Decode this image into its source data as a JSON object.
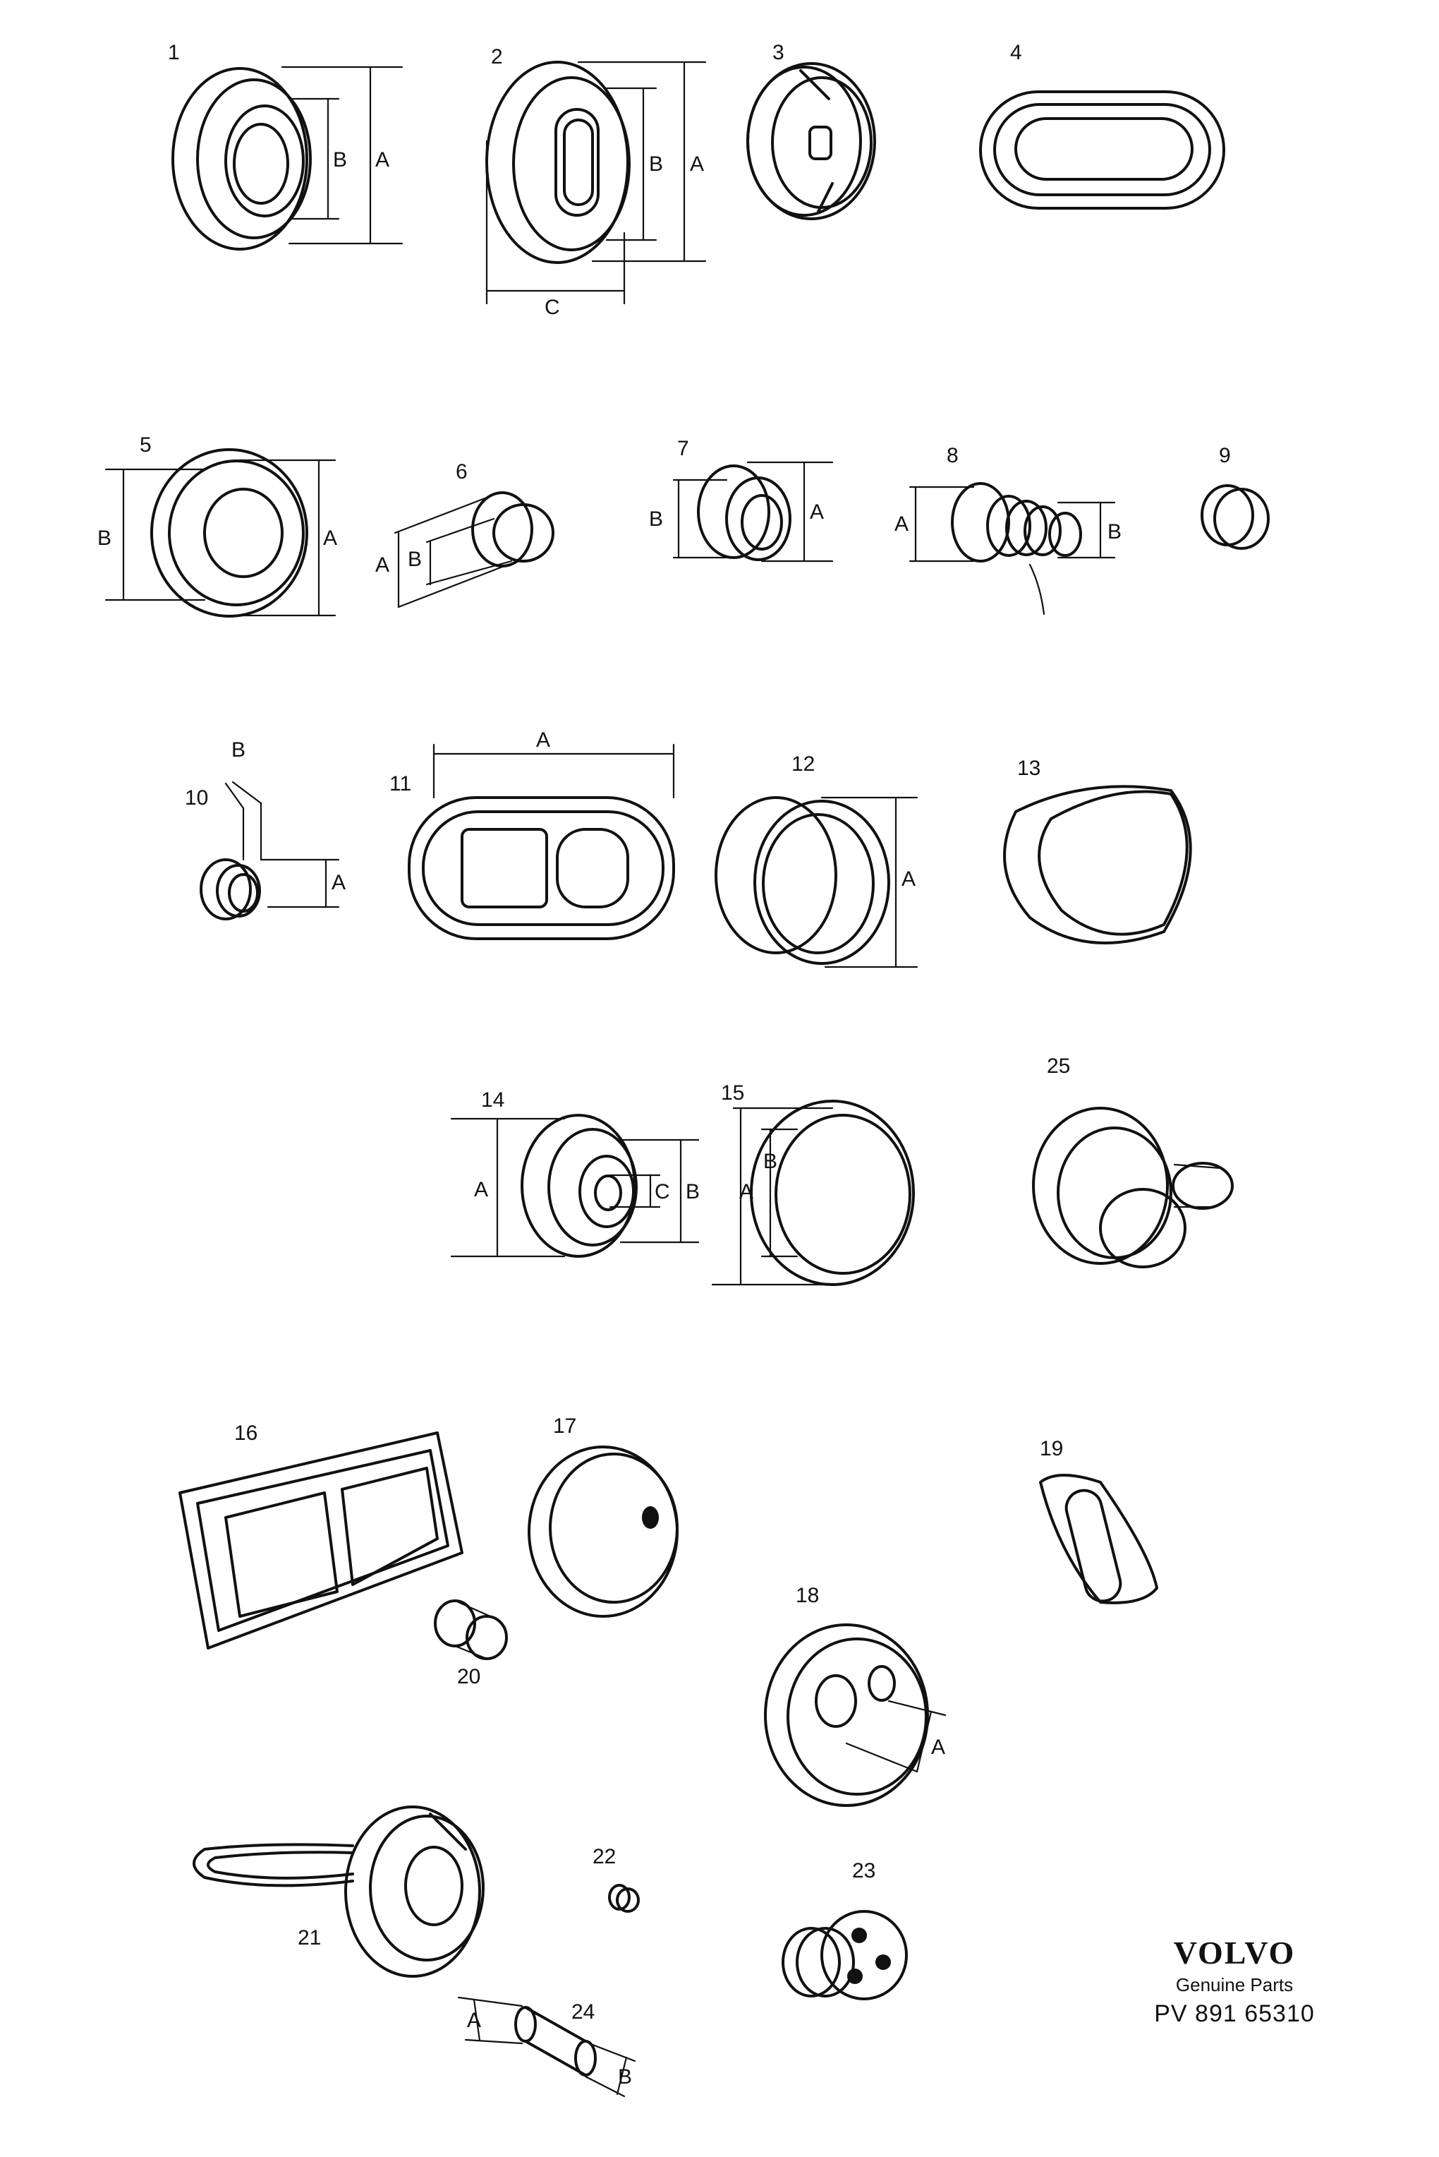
{
  "parts": [
    {
      "id": "p1",
      "number": "1"
    },
    {
      "id": "p2",
      "number": "2"
    },
    {
      "id": "p3",
      "number": "3"
    },
    {
      "id": "p4",
      "number": "4"
    },
    {
      "id": "p5",
      "number": "5"
    },
    {
      "id": "p6",
      "number": "6"
    },
    {
      "id": "p7",
      "number": "7"
    },
    {
      "id": "p8",
      "number": "8"
    },
    {
      "id": "p9",
      "number": "9"
    },
    {
      "id": "p10",
      "number": "10"
    },
    {
      "id": "p11",
      "number": "11"
    },
    {
      "id": "p12",
      "number": "12"
    },
    {
      "id": "p13",
      "number": "13"
    },
    {
      "id": "p14",
      "number": "14"
    },
    {
      "id": "p15",
      "number": "15"
    },
    {
      "id": "p25",
      "number": "25"
    },
    {
      "id": "p16",
      "number": "16"
    },
    {
      "id": "p17",
      "number": "17"
    },
    {
      "id": "p19",
      "number": "19"
    },
    {
      "id": "p18",
      "number": "18"
    },
    {
      "id": "p20",
      "number": "20"
    },
    {
      "id": "p21",
      "number": "21"
    },
    {
      "id": "p22",
      "number": "22"
    },
    {
      "id": "p23",
      "number": "23"
    },
    {
      "id": "p24",
      "number": "24"
    }
  ],
  "dimension_labels": {
    "a": "A",
    "b": "B",
    "c": "C"
  },
  "brand": {
    "logo": "VOLVO",
    "tagline": "Genuine Parts",
    "code": "PV 891 65310"
  }
}
